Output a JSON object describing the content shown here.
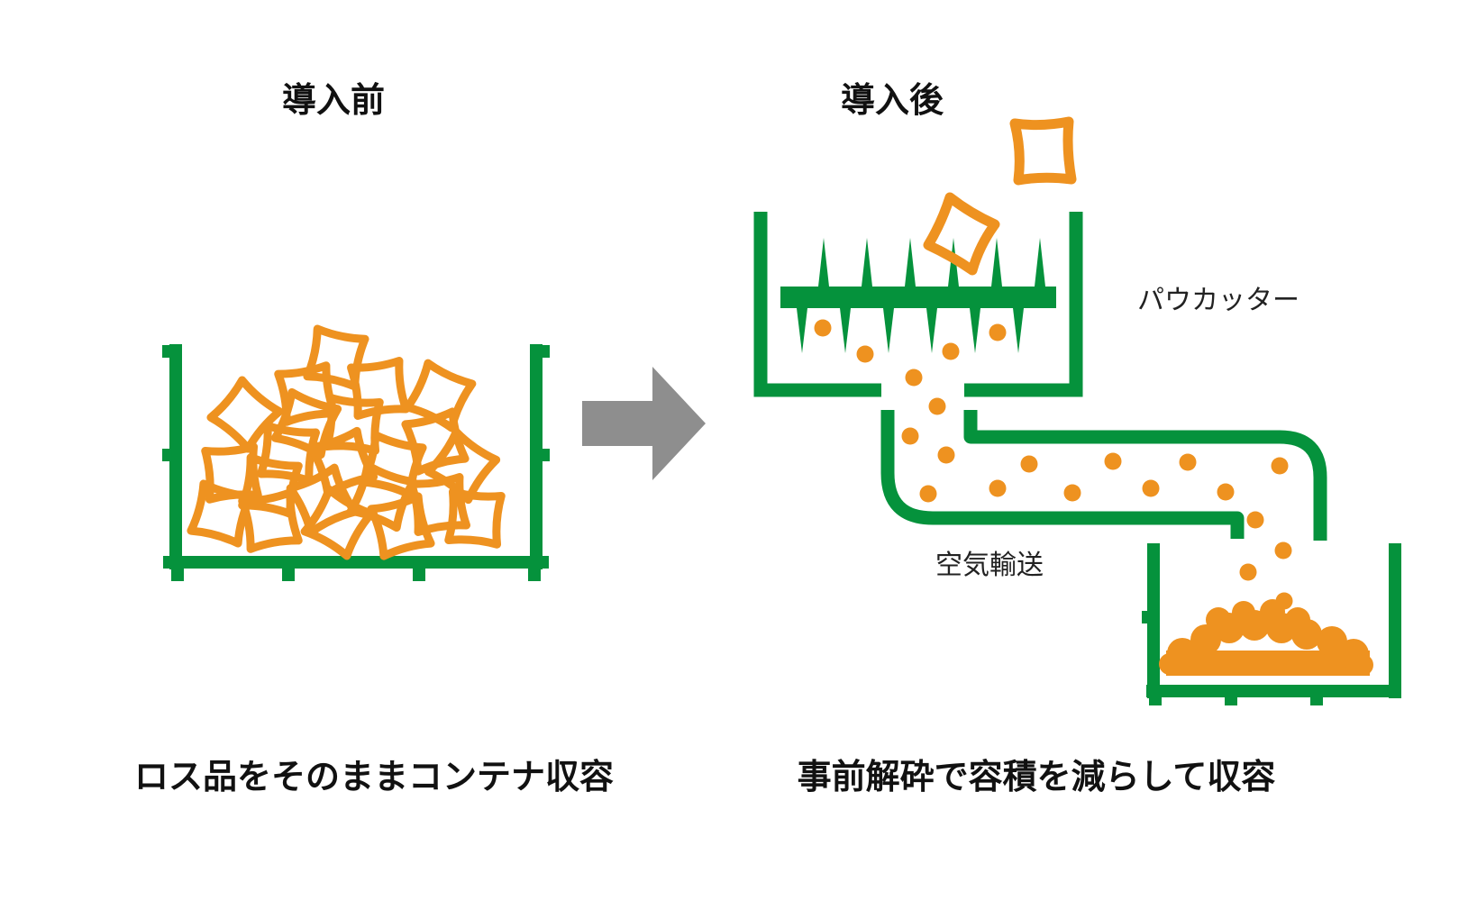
{
  "before": {
    "heading": "導入前",
    "caption": "ロス品をそのままコンテナ収容"
  },
  "after": {
    "heading": "導入後",
    "caption": "事前解砕で容積を減らして収容",
    "cutter_label": "パウカッター",
    "transport_label": "空気輸送"
  },
  "colors": {
    "container_green": "#05923C",
    "product_orange": "#EE9220",
    "arrow_gray": "#8E8E8E",
    "text": "#111111"
  }
}
